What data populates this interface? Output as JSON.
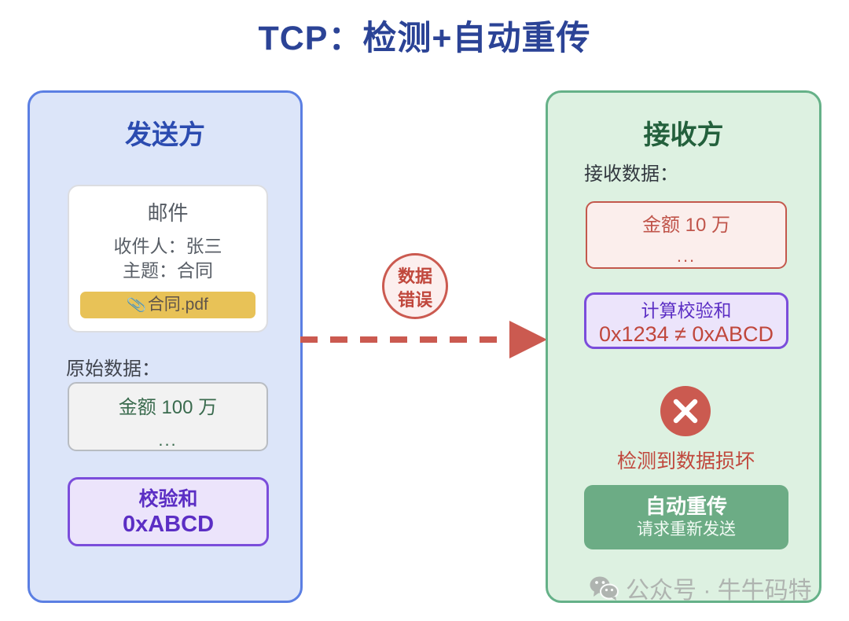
{
  "title": "TCP：检测+自动重传",
  "colors": {
    "title": "#2b4396",
    "sender_border": "#5b7fe3",
    "sender_fill": "#dce5f9",
    "receiver_border": "#65b188",
    "receiver_fill": "#ddf1e1",
    "error_red": "#c0473c",
    "checksum_purple": "#7b4ddb",
    "attachment_yellow": "#e8c257",
    "retransmit_green": "#6cac85"
  },
  "sender": {
    "title": "发送方",
    "mail": {
      "heading": "邮件",
      "recipient": "收件人：张三",
      "subject": "主题：合同",
      "attachment": "合同.pdf",
      "attachment_icon": "paperclip-icon"
    },
    "data_label": "原始数据：",
    "data_box": {
      "line1": "金额 100 万",
      "line2": "..."
    },
    "checksum": {
      "label": "校验和",
      "value": "0xABCD"
    }
  },
  "connector": {
    "badge_line1": "数据",
    "badge_line2": "错误",
    "arrow_direction": "right",
    "line_style": "dashed"
  },
  "receiver": {
    "title": "接收方",
    "data_label": "接收数据：",
    "data_box": {
      "line1": "金额 10 万",
      "line2": "..."
    },
    "checksum": {
      "label": "计算校验和",
      "value": "0x1234 ≠ 0xABCD"
    },
    "status": {
      "icon": "error-x-icon",
      "text": "检测到数据损坏"
    },
    "retransmit": {
      "title": "自动重传",
      "subtitle": "请求重新发送"
    }
  },
  "watermark": {
    "icon": "wechat-icon",
    "text": "公众号 · 牛牛码特"
  }
}
